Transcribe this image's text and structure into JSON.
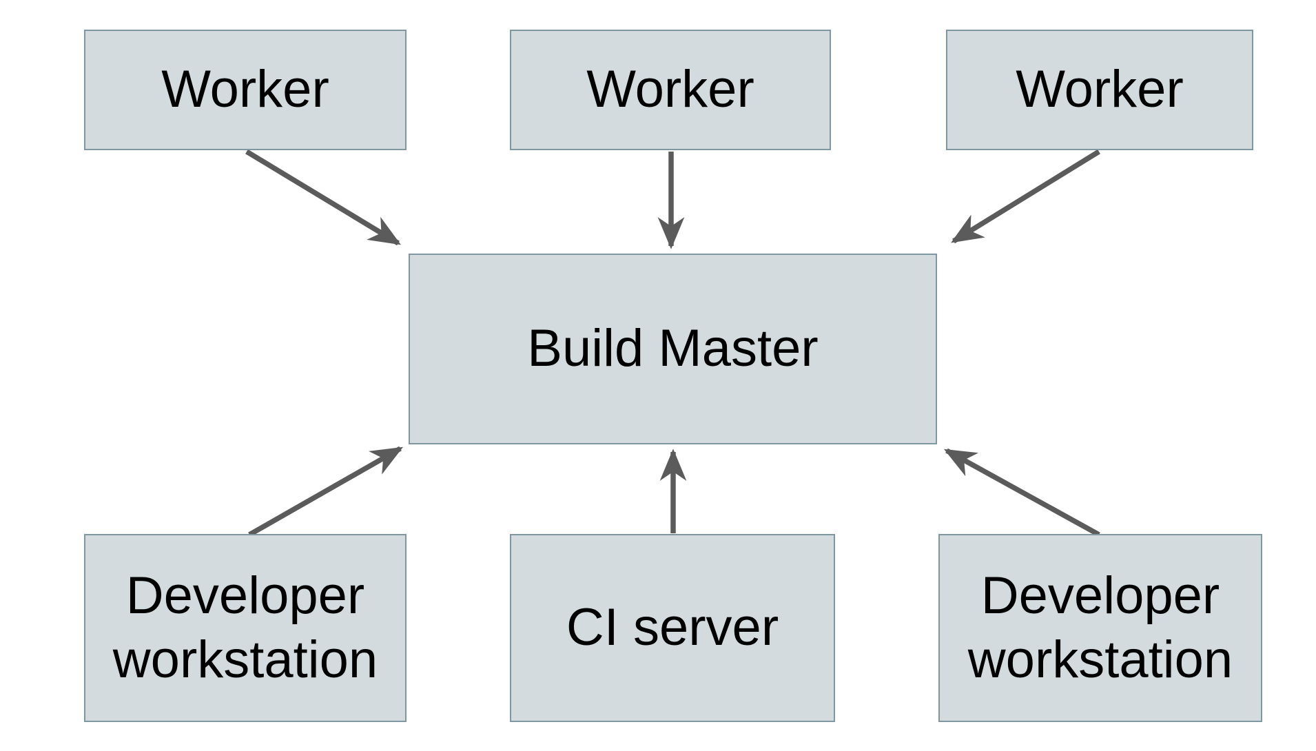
{
  "diagram": {
    "type": "architecture-diagram",
    "background_color": "#ffffff",
    "node_fill_color": "#d3dbde",
    "node_border_color": "#7e97a1",
    "arrow_color": "#5b5b5b",
    "text_color": "#000000",
    "nodes": [
      {
        "id": "worker-1",
        "label": "Worker",
        "row": "top"
      },
      {
        "id": "worker-2",
        "label": "Worker",
        "row": "top"
      },
      {
        "id": "worker-3",
        "label": "Worker",
        "row": "top"
      },
      {
        "id": "build-master",
        "label": "Build Master",
        "row": "middle"
      },
      {
        "id": "developer-workstation-left",
        "label": "Developer workstation",
        "row": "bottom"
      },
      {
        "id": "ci-server",
        "label": "CI server",
        "row": "bottom"
      },
      {
        "id": "developer-workstation-right",
        "label": "Developer workstation",
        "row": "bottom"
      }
    ],
    "edges": [
      {
        "from": "worker-1",
        "to": "build-master"
      },
      {
        "from": "worker-2",
        "to": "build-master"
      },
      {
        "from": "worker-3",
        "to": "build-master"
      },
      {
        "from": "developer-workstation-left",
        "to": "build-master"
      },
      {
        "from": "ci-server",
        "to": "build-master"
      },
      {
        "from": "developer-workstation-right",
        "to": "build-master"
      }
    ]
  }
}
